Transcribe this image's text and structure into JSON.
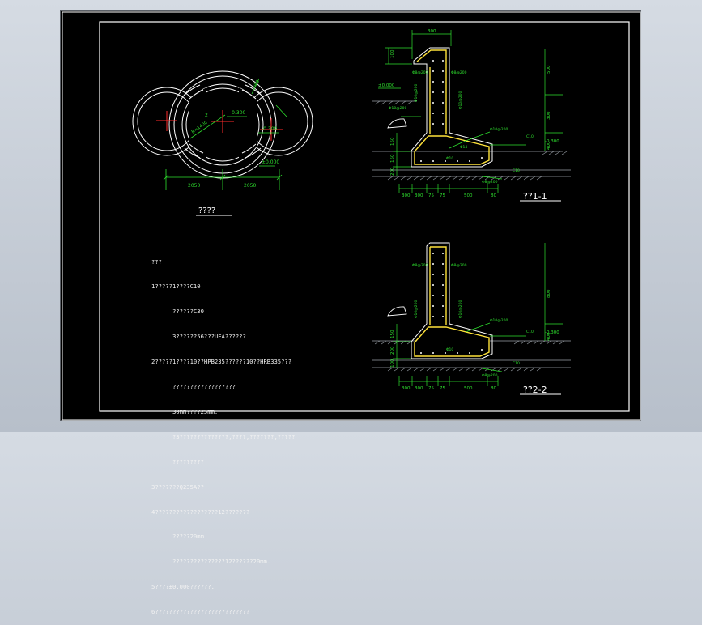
{
  "plan": {
    "title": "????",
    "dims": {
      "left": "2050",
      "right": "2050",
      "r_small": "R=1400",
      "r_top": "680",
      "r_right": "2"
    },
    "elevations": {
      "center": "-0.300",
      "lower": "-0.300",
      "ground": "±0.000"
    }
  },
  "section1": {
    "title": "??1-1",
    "top_dim": "300",
    "right_dims": [
      "500",
      "300",
      "400"
    ],
    "left_dims": [
      "100",
      "150",
      "150",
      "200"
    ],
    "bottom_dims": [
      "300",
      "300",
      "75",
      "75",
      "500",
      "80"
    ],
    "elevations": {
      "top": "±0.000",
      "right": "-0.300"
    },
    "labels": {
      "c10_right": "C10",
      "c10_bottom": "C10",
      "rebar_a": "Φ10@200",
      "rebar_b": "Φ8@200",
      "r10": "Φ10",
      "r14": "Φ14"
    }
  },
  "section2": {
    "title": "??2-2",
    "right_dims": [
      "800",
      "400"
    ],
    "left_dims": [
      "150",
      "200",
      "100"
    ],
    "bottom_dims": [
      "300",
      "300",
      "75",
      "75",
      "500",
      "80"
    ],
    "elevations": {
      "right": "-0.300"
    },
    "labels": {
      "c10_right": "C10",
      "c10_bottom": "C10",
      "rebar_a": "Φ10@200",
      "rebar_b": "Φ8@200",
      "r10": "Φ10"
    }
  },
  "notes": [
    "???",
    "1?????1????C10",
    "      ??????C30",
    "      3??????56???UEA??????",
    "2?????1????10??HPB235??????10??HRB335???",
    "      ??????????????????",
    "      30mm????25mm.",
    "      ?3??????????????,????,???????,?????",
    "      ?????????",
    "3???????Q235A??",
    "4??????????????????12???????",
    "      ?????20mm.",
    "      ???????????????12??????20mm.",
    "5????±0.000??????.",
    "6???????????????????????????"
  ]
}
